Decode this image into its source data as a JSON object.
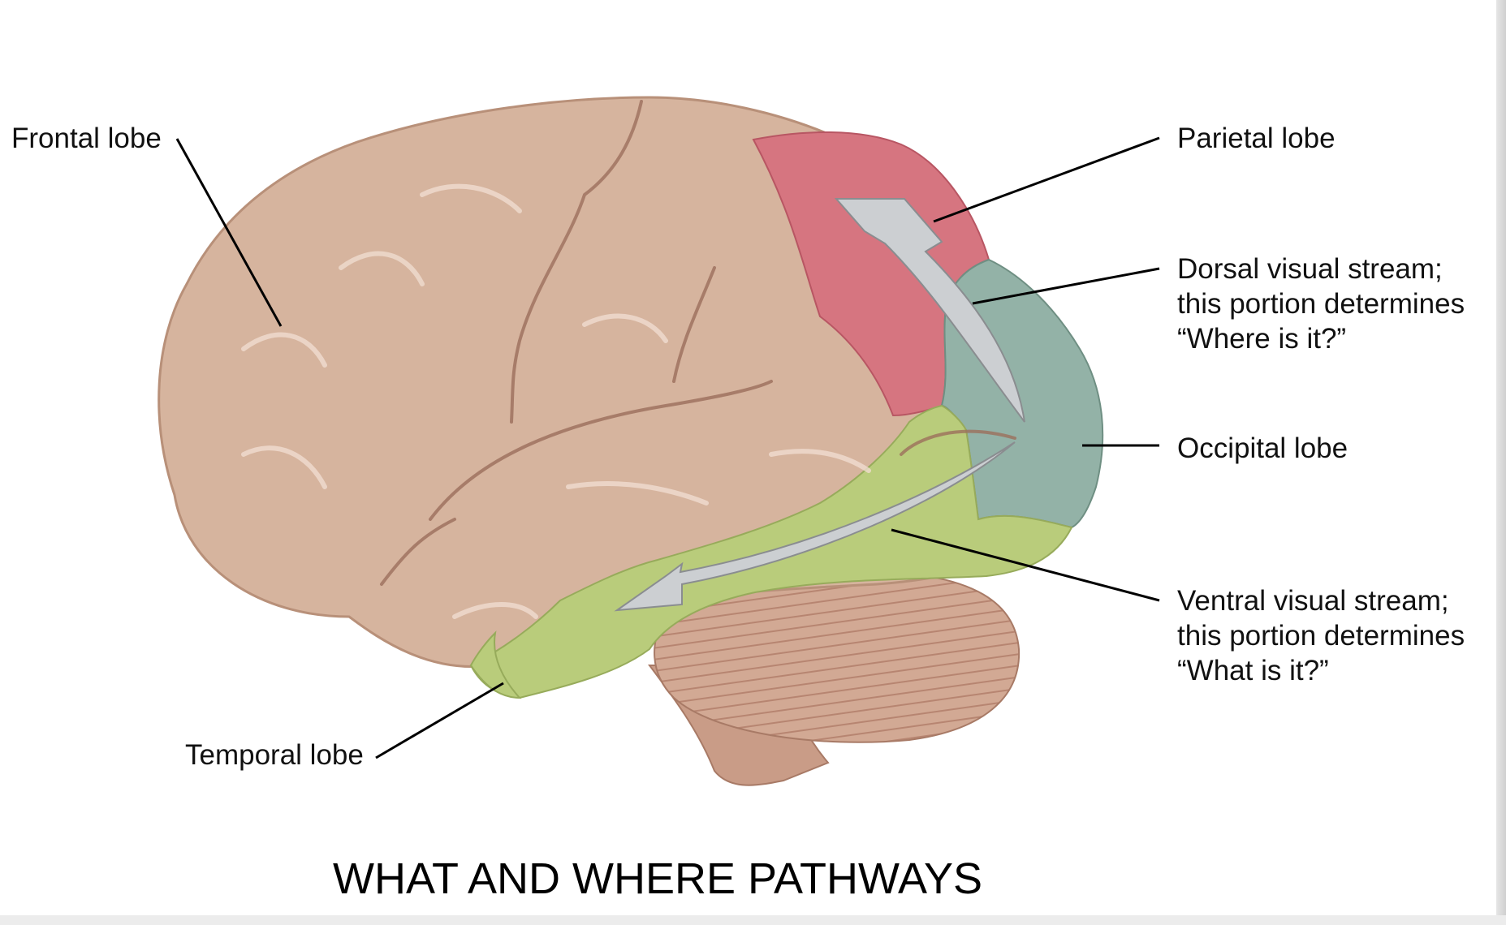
{
  "title": "WHAT AND WHERE PATHWAYS",
  "labels": {
    "frontal_lobe": "Frontal lobe",
    "parietal_lobe": "Parietal lobe",
    "dorsal_stream": [
      "Dorsal visual stream;",
      "this portion determines",
      "“Where is it?”"
    ],
    "occipital_lobe": "Occipital lobe",
    "ventral_stream": [
      "Ventral visual stream;",
      "this portion determines",
      "“What is it?”"
    ],
    "temporal_lobe": "Temporal lobe"
  },
  "colors": {
    "frontal_tan": "#d6b49e",
    "parietal_red": "#d67580",
    "occipital_teal": "#93b2a7",
    "temporal_green": "#b9cc7b",
    "cerebellum": "#cfa693",
    "arrow_gray": "#cccfd2"
  }
}
